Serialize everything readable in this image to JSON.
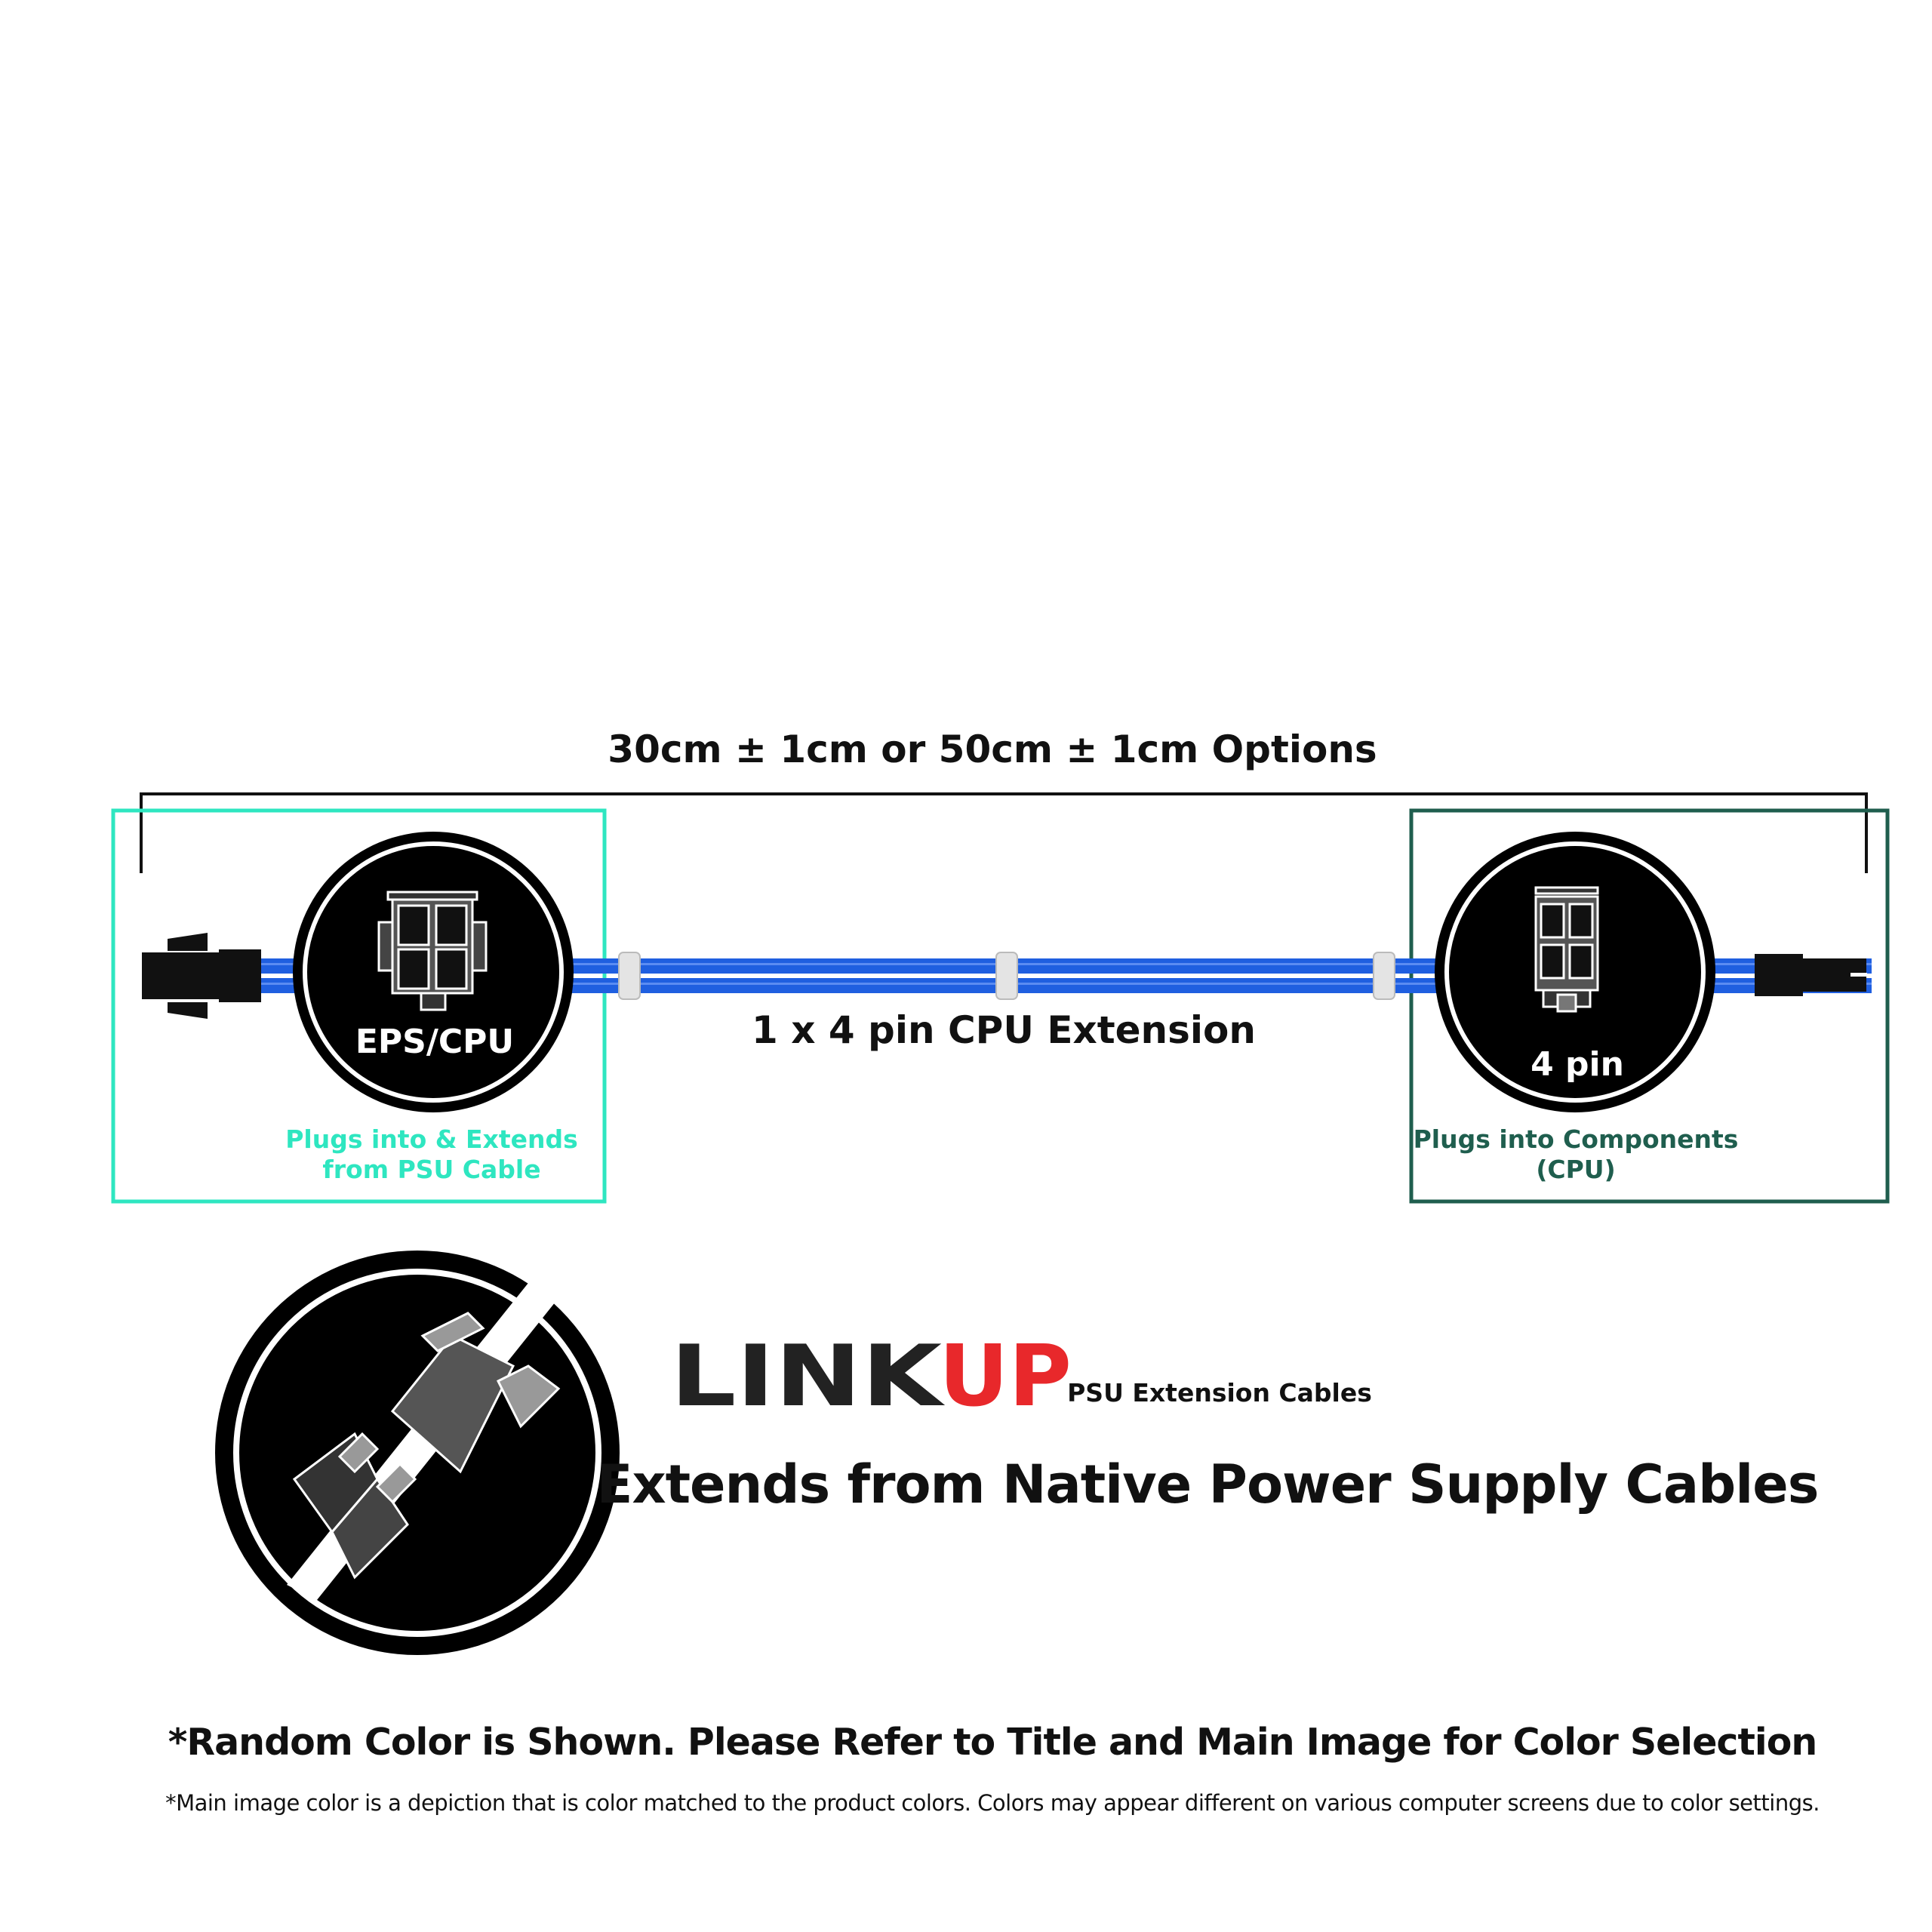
{
  "length_title": "30cm ± 1cm or 50cm ± 1cm Options",
  "cable_label": "1 x 4 pin CPU Extension",
  "left_connector": {
    "label": "EPS/CPU",
    "caption_line1": "Plugs into & Extends",
    "caption_line2": "from PSU Cable",
    "accent": "#2ee6c0"
  },
  "right_connector": {
    "label": "4 pin",
    "caption_line1": "Plugs into Components",
    "caption_line2": "(CPU)",
    "accent": "#1f5e4e"
  },
  "brand": {
    "logo_text_dark": "LINK",
    "logo_text_red": "UP",
    "logo_red": "#e8282b",
    "tagline": "PSU Extension Cables",
    "headline": "Extends from Native Power Supply Cables"
  },
  "cable_color": "#1f5fe0",
  "notice": "*Random Color is Shown. Please Refer to Title and Main Image for Color Selection",
  "footnote": "*Main image color is a depiction that is color matched to the product colors. Colors may appear different on various computer screens due to color settings."
}
